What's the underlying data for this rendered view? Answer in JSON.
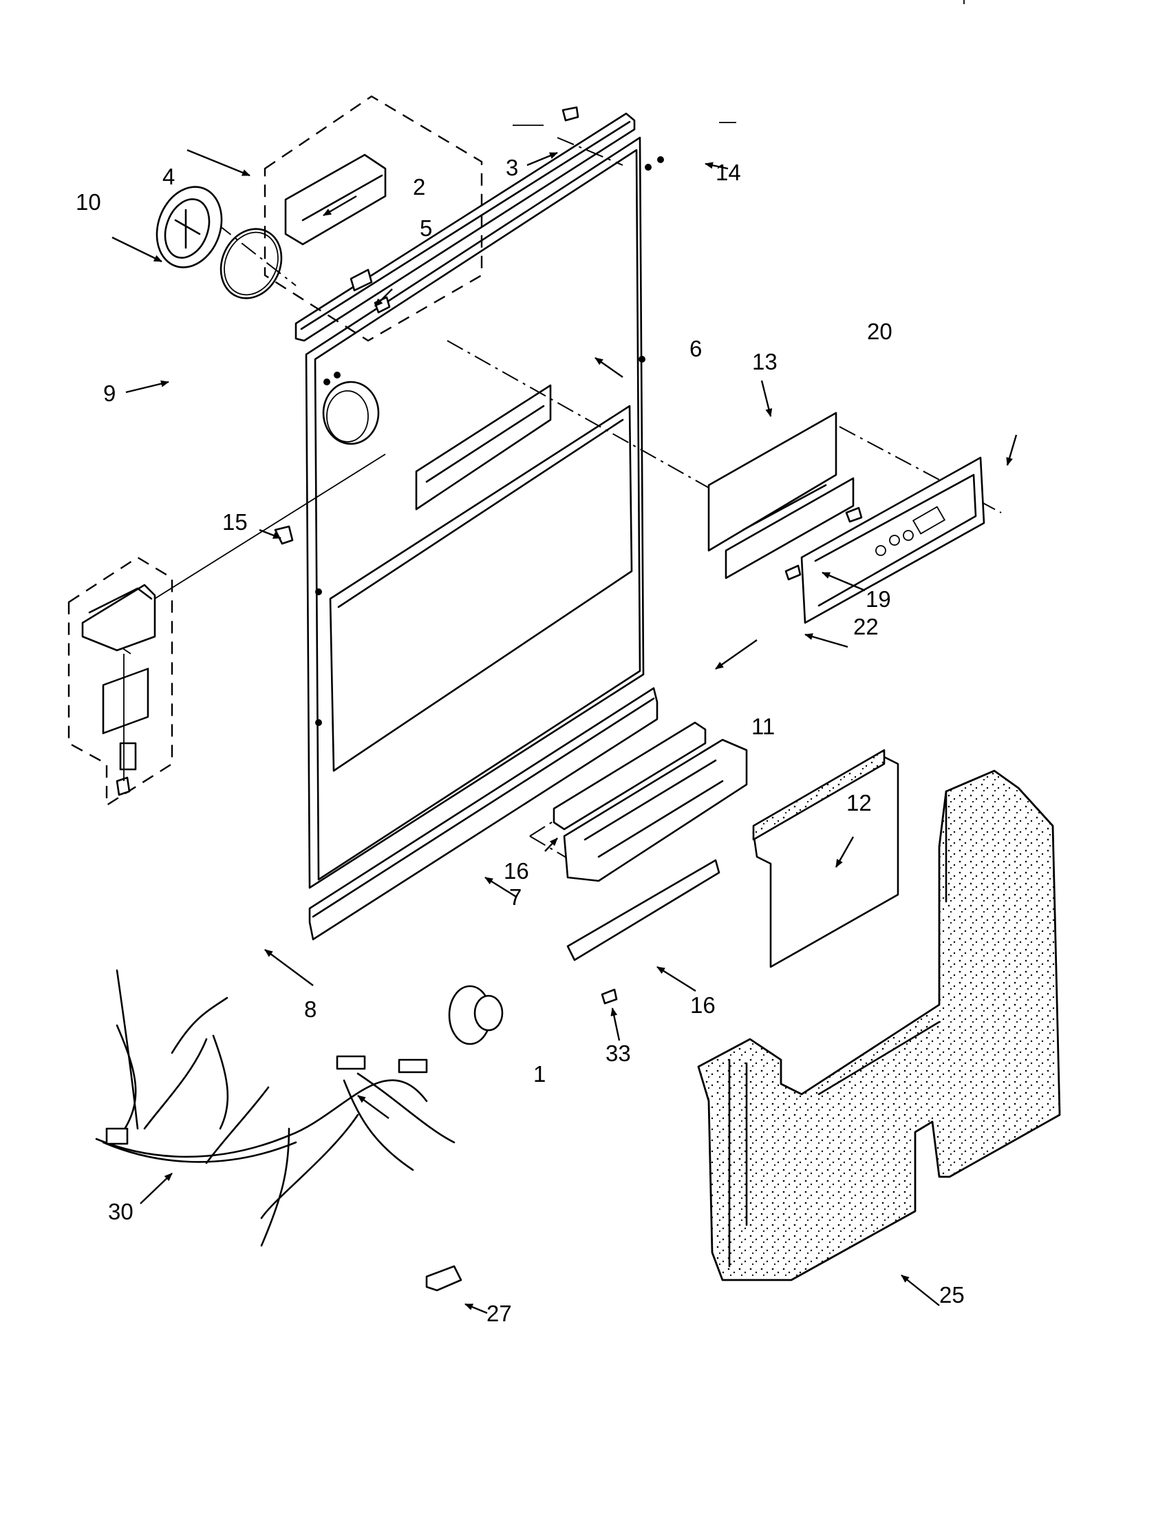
{
  "diagram": {
    "type": "exploded-parts-view",
    "subject": "dishwasher door and latch parts",
    "callouts": {
      "c1": "1",
      "c2": "2",
      "c3": "3",
      "c4": "4",
      "c5": "5",
      "c6": "6",
      "c7": "7",
      "c8": "8",
      "c9": "9",
      "c10": "10",
      "c11": "11",
      "c12": "12",
      "c13": "13",
      "c14": "14",
      "c15": "15",
      "c16a": "16",
      "c16b": "16",
      "c19": "19",
      "c20": "20",
      "c22": "22",
      "c25": "25",
      "c27": "27",
      "c30": "30",
      "c33": "33"
    }
  }
}
